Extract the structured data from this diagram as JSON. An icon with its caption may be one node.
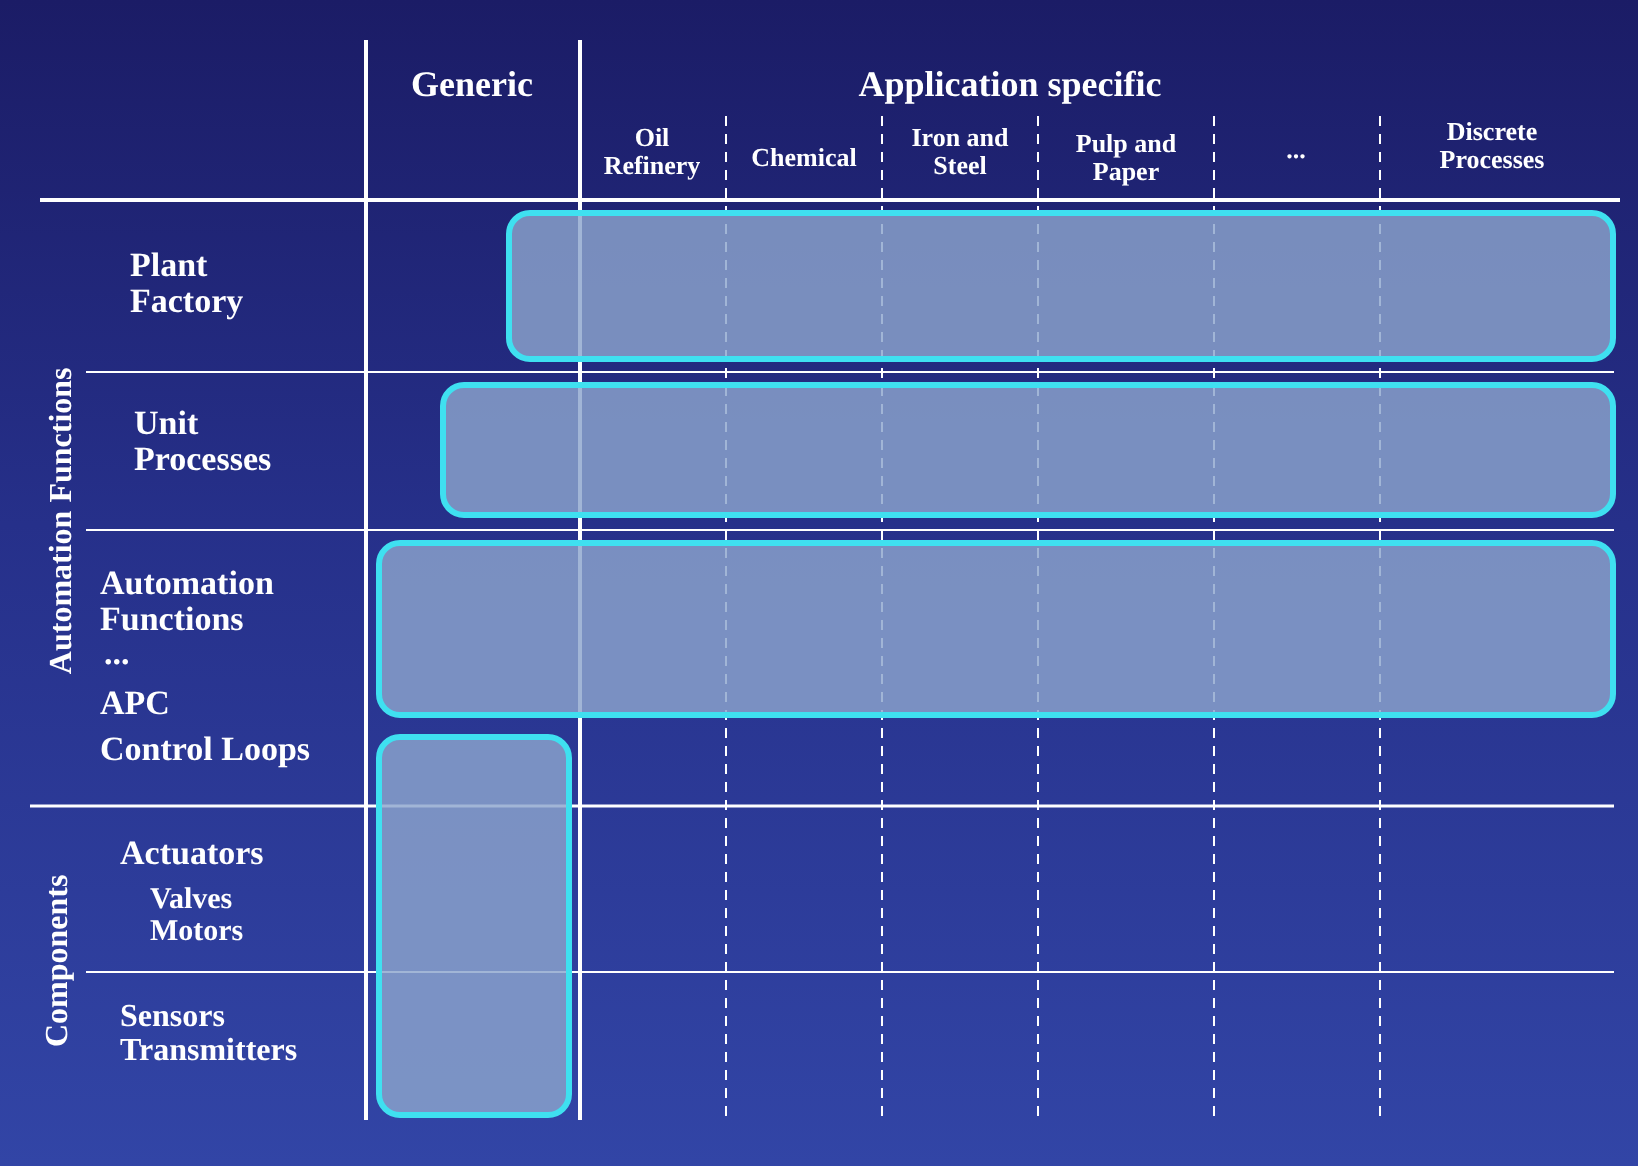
{
  "diagram": {
    "nodes": [
      {
        "text": [],
        "shape": "box"
      },
      {
        "text": [],
        "shape": "box"
      },
      {
        "text": [],
        "shape": "box"
      },
      {
        "text": [],
        "shape": "box"
      }
    ],
    "labels": [
      "Generic",
      "Application specific",
      "Oil Refinery",
      "Chemical",
      "Iron and Steel",
      "Pulp and Paper",
      "...",
      "Discrete Processes",
      "Automation Functions",
      "Plant Factory",
      "Unit Processes",
      "Automation Functions",
      "...",
      "APC",
      "Control Loops",
      "Components",
      "Actuators",
      "Valves Motors",
      "Sensors Transmitters"
    ]
  }
}
